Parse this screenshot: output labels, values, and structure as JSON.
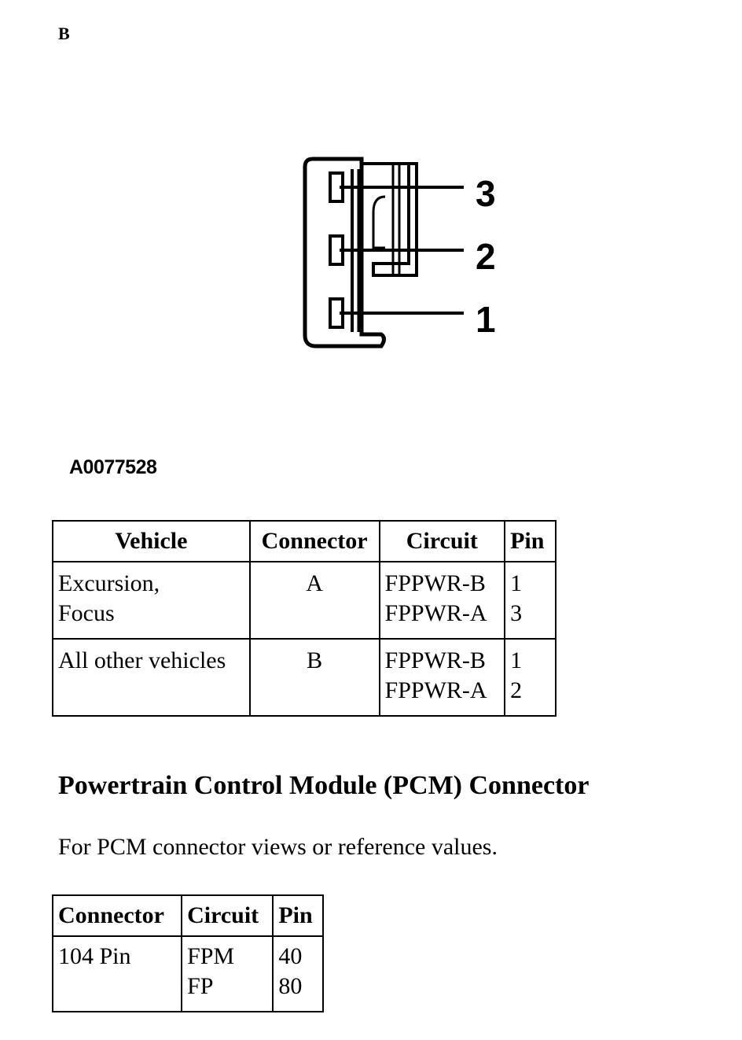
{
  "view_label": "B",
  "diagram": {
    "pin_labels": [
      "3",
      "2",
      "1"
    ]
  },
  "figure_id": "A0077528",
  "connector_table": {
    "headers": [
      "Vehicle",
      "Connector",
      "Circuit",
      "Pin"
    ],
    "rows": [
      {
        "vehicle": [
          "Excursion,",
          "Focus"
        ],
        "connector": "A",
        "circuits": [
          "FPPWR-B",
          "FPPWR-A"
        ],
        "pins": [
          "1",
          "3"
        ]
      },
      {
        "vehicle": [
          "All other vehicles"
        ],
        "connector": "B",
        "circuits": [
          "FPPWR-B",
          "FPPWR-A"
        ],
        "pins": [
          "1",
          "2"
        ]
      }
    ]
  },
  "section": {
    "title": "Powertrain Control Module (PCM) Connector",
    "text": "For PCM connector views or reference values."
  },
  "pcm_table": {
    "headers": [
      "Connector",
      "Circuit",
      "Pin"
    ],
    "rows": [
      {
        "connector": "104 Pin",
        "circuits": [
          "FPM",
          "FP"
        ],
        "pins": [
          "40",
          "80"
        ]
      }
    ]
  }
}
